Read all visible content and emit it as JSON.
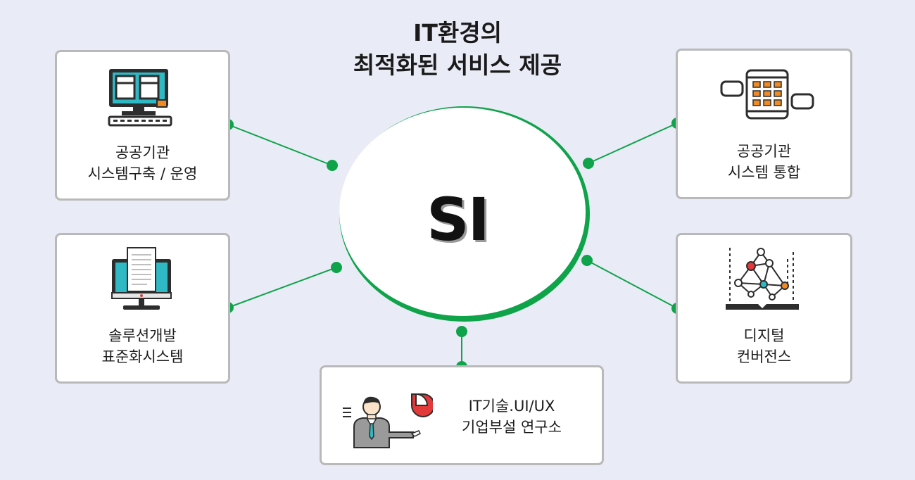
{
  "title": {
    "line1": "IT환경의",
    "line2": "최적화된 서비스 제공"
  },
  "center": {
    "label": "SI"
  },
  "colors": {
    "background": "#e9ecf7",
    "accent_green": "#0fa34a",
    "card_border": "#b9b9b9",
    "teal": "#2fb9c4"
  },
  "cards": [
    {
      "line1": "공공기관",
      "line2": "시스템구축 / 운영",
      "icon": "desktop-monitor-icon"
    },
    {
      "line1": "솔루션개발",
      "line2": "표준화시스템",
      "icon": "document-monitor-icon"
    },
    {
      "line1": "공공기관",
      "line2": "시스템 통합",
      "icon": "tablet-integration-icon"
    },
    {
      "line1": "디지털",
      "line2": "컨버전스",
      "icon": "network-book-icon"
    },
    {
      "line1": "IT기술.UI/UX",
      "line2": "기업부설 연구소",
      "icon": "presenter-chart-icon"
    }
  ]
}
